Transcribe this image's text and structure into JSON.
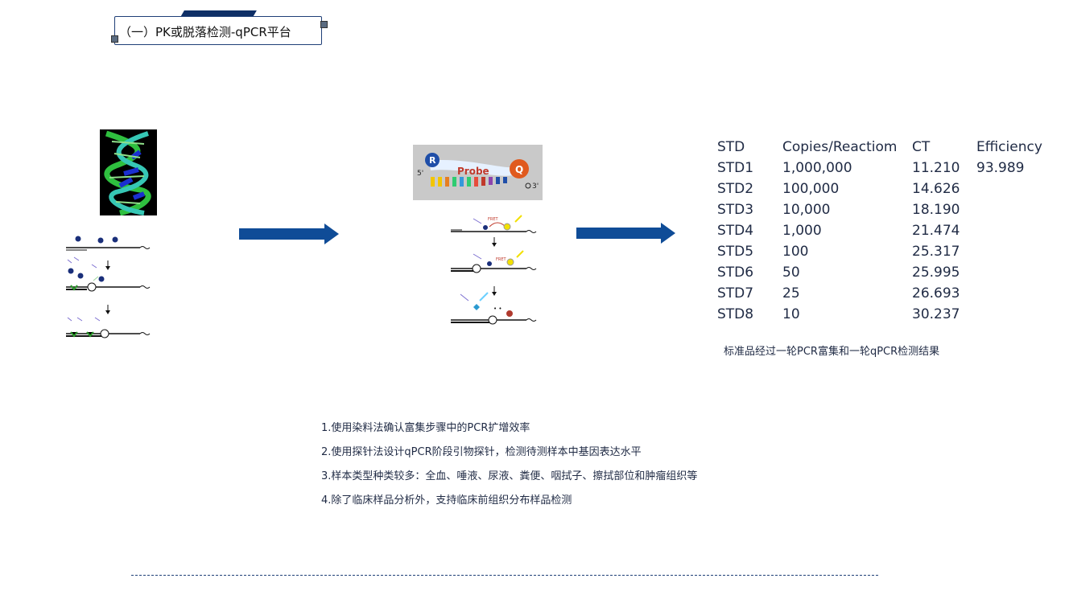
{
  "title": "（一）PK或脱落检测-qPCR平台",
  "probe_image": {
    "label": "Probe",
    "reporter": "R",
    "quencher": "Q",
    "five_prime": "5'",
    "three_prime": "3'"
  },
  "table": {
    "headers": [
      "STD",
      "Copies/Reactiom",
      "CT",
      "Efficiency"
    ],
    "rows": [
      [
        "STD1",
        "1,000,000",
        "11.210",
        "93.989"
      ],
      [
        "STD2",
        "100,000",
        "14.626",
        ""
      ],
      [
        "STD3",
        "10,000",
        "18.190",
        ""
      ],
      [
        "STD4",
        "1,000",
        "21.474",
        ""
      ],
      [
        "STD5",
        "100",
        "25.317",
        ""
      ],
      [
        "STD6",
        "50",
        "25.995",
        ""
      ],
      [
        "STD7",
        "25",
        "26.693",
        ""
      ],
      [
        "STD8",
        "10",
        "30.237",
        ""
      ]
    ],
    "caption": "标准品经过一轮PCR富集和一轮qPCR检测结果"
  },
  "notes": [
    "1.使用染料法确认富集步骤中的PCR扩增效率",
    "2.使用探针法设计qPCR阶段引物探针，检测待测样本中基因表达水平",
    "3.样本类型种类较多：全血、唾液、尿液、粪便、咽拭子、擦拭部位和肿瘤组织等",
    "4.除了临床样品分析外，支持临床前组织分布样品检测"
  ],
  "colors": {
    "accent": "#0f4c97",
    "title_border": "#1f3f77",
    "text": "#1f2a44"
  }
}
